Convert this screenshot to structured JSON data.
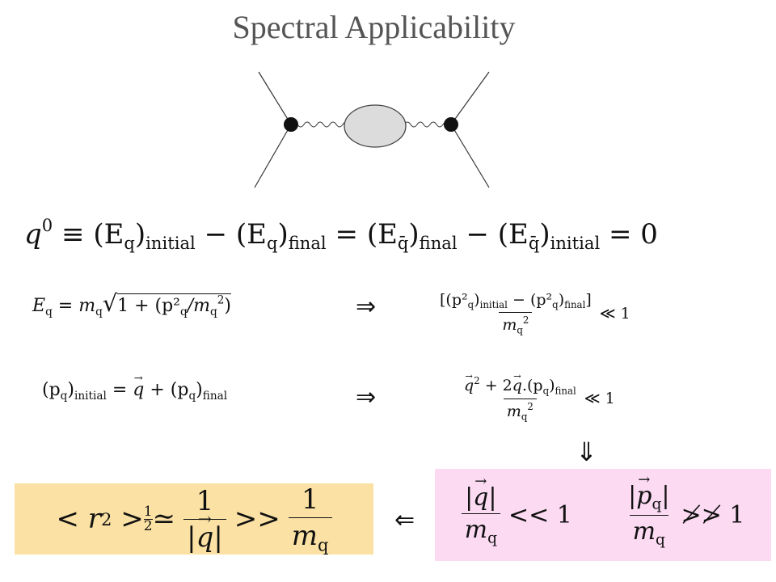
{
  "title": "Spectral Applicability",
  "equations": {
    "energy_conservation": {
      "lhs": "q",
      "lhs_sup": "0",
      "eq1": "≡",
      "t1": "(E",
      "t1_sub": "q",
      "t1_close": ")",
      "t1_label": "initial",
      "minus1": "−",
      "t2": "(E",
      "t2_sub": "q",
      "t2_close": ")",
      "t2_label": "final",
      "eq2": "=",
      "t3": "(E",
      "t3_sub": "q̄",
      "t3_close": ")",
      "t3_label": "final",
      "minus2": "−",
      "t4": "(E",
      "t4_sub": "q̄",
      "t4_close": ")",
      "t4_label": "initial",
      "eq3": "= 0"
    },
    "dispersion": {
      "lhs": "E",
      "lhs_sub": "q",
      "eq": "=",
      "m": "m",
      "m_sub": "q",
      "sqrt": "√",
      "radicand": "1 + (p²",
      "radicand_sub": "q",
      "radicand_tail": "/m",
      "radicand_tail_sub": "q",
      "radicand_tail_sup": "2",
      "close": ")"
    },
    "dispersion_result": {
      "num": "[(p²",
      "num_sub1": "q",
      "num_mid": ")",
      "num_label1": "initial",
      "num_minus": " − (p²",
      "num_sub2": "q",
      "num_mid2": ")",
      "num_label2": "final",
      "num_close": "]",
      "den": "m",
      "den_sub": "q",
      "den_sup": "2",
      "rel": "≪ 1"
    },
    "momentum": {
      "lhs": "(p",
      "lhs_sub": "q",
      "lhs_close": ")",
      "lhs_label": "initial",
      "eq": "=",
      "q": "q",
      "plus": "+ (p",
      "rhs_sub": "q",
      "rhs_close": ")",
      "rhs_label": "final"
    },
    "momentum_result": {
      "num_a": "q",
      "num_a_sup": "2",
      "num_b": " + 2",
      "num_c": "q",
      "num_d": ".(p",
      "num_d_sub": "q",
      "num_d_close": ")",
      "num_label": "final",
      "den": "m",
      "den_sub": "q",
      "den_sup": "2",
      "rel": "≪ 1"
    },
    "radius_condition": {
      "lt": "<",
      "r": "r",
      "r_sup": "2",
      "gt": ">",
      "exp_num": "1",
      "exp_den": "2",
      "approx": "≃",
      "frac1_num": "1",
      "frac1_den": "q",
      "gg": ">>",
      "frac2_num": "1",
      "frac2_den": "m",
      "frac2_den_sub": "q"
    },
    "momentum_conditions": {
      "c1_num": "q",
      "c1_den": "m",
      "c1_den_sub": "q",
      "c1_rel": "<< 1",
      "c2_num": "p",
      "c2_num_sub": "q",
      "c2_den": "m",
      "c2_den_sub": "q",
      "c2_rel": "≯≯ 1"
    }
  },
  "arrows": {
    "implies_1": "⇒",
    "implies_2": "⇒",
    "down": "⇓",
    "left": "⇐"
  },
  "colors": {
    "title": "#555555",
    "highlight_yellow": "#fbe2a4",
    "highlight_pink": "#fbdaf2",
    "blob_fill": "#dcdcdc"
  }
}
